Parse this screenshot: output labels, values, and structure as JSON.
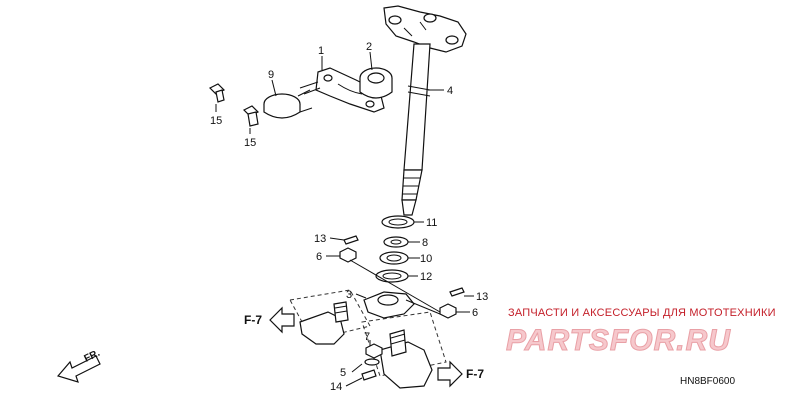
{
  "callouts": {
    "p1": "1",
    "p2": "2",
    "p3": "3",
    "p4": "4",
    "p5": "5",
    "p6a": "6",
    "p6b": "6",
    "p7": "7",
    "p8": "8",
    "p9": "9",
    "p10": "10",
    "p11": "11",
    "p12": "12",
    "p13a": "13",
    "p13b": "13",
    "p14": "14",
    "p15a": "15",
    "p15b": "15"
  },
  "refs": {
    "left": "F-7",
    "right": "F-7"
  },
  "direction": "FR.",
  "diagram_code": "HN8BF0600",
  "watermark": {
    "tagline": "ЗАПЧАСТИ И АКСЕССУАРЫ ДЛЯ МОТОТЕХНИКИ",
    "brand": "PARTSFOR.RU"
  }
}
